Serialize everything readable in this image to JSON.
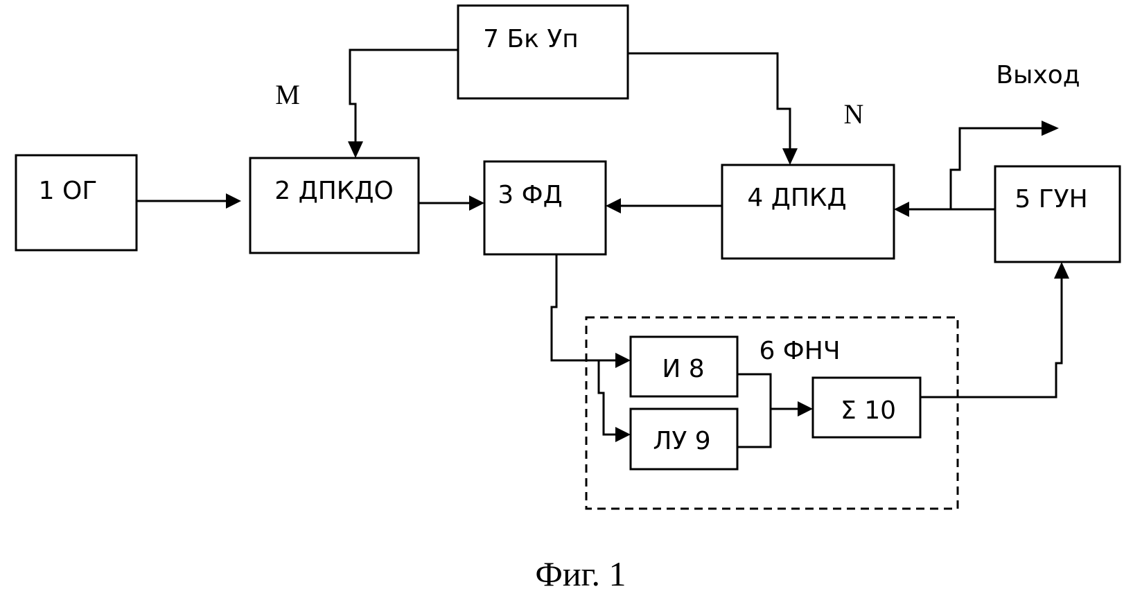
{
  "blocks": {
    "og": "1 ОГ",
    "dpkdo": "2 ДПКДО",
    "fd": "3 ФД",
    "dpkd": "4 ДПКД",
    "gun": "5 ГУН",
    "fnch": "6  ФНЧ",
    "bkup": "7 Бк Уп",
    "i8": "И   8",
    "lu9": "ЛУ 9",
    "sum10": "Σ  10"
  },
  "signals": {
    "m": "M",
    "n": "N",
    "output": "Выход"
  },
  "caption": "Фиг. 1"
}
